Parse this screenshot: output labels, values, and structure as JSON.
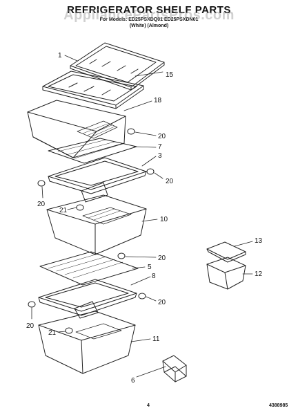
{
  "header": {
    "title": "REFRIGERATOR SHELF PARTS",
    "model_line": "For Models: ED25PSXDQ01 ED25PSXDN01",
    "color_line": "(White)          (Almond)"
  },
  "watermark": "AppliancePartsPros.com",
  "callouts": {
    "c1": "1",
    "c15": "15",
    "c18": "18",
    "c20a": "20",
    "c7": "7",
    "c3": "3",
    "c20b": "20",
    "c20c": "20",
    "c21a": "21",
    "c10": "10",
    "c20d": "20",
    "c5": "5",
    "c8": "8",
    "c20e": "20",
    "c20f": "20",
    "c21b": "21",
    "c11": "11",
    "c6": "6",
    "c13": "13",
    "c12": "12"
  },
  "footer": {
    "page_number": "4",
    "doc_number": "4388985"
  },
  "colors": {
    "line": "#222222",
    "watermark": "#969696"
  }
}
